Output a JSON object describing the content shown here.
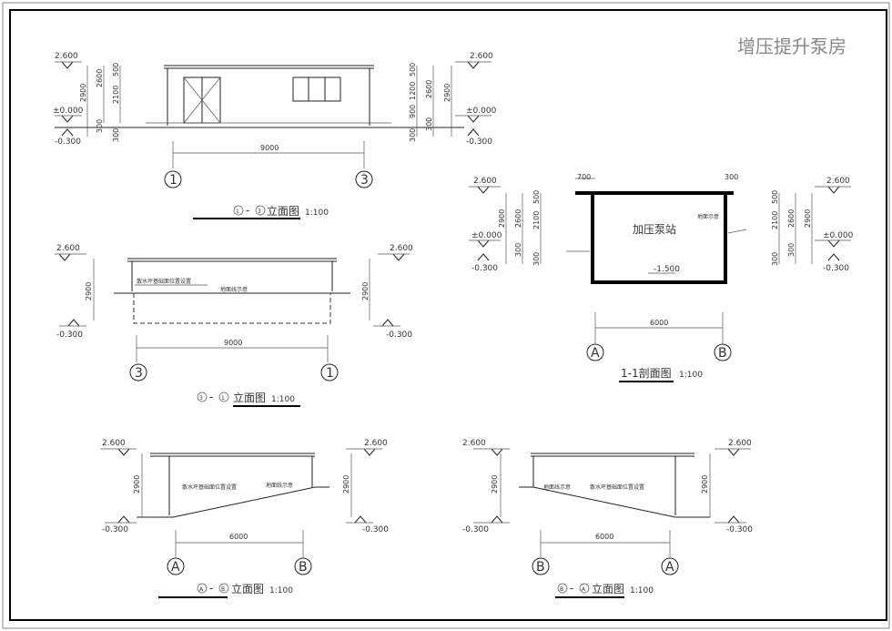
{
  "sheet_title": "增压提升泵房",
  "levels": {
    "top": "2.600",
    "floor": "±0.000",
    "ground": "-0.300",
    "pit": "-1.500"
  },
  "dims": {
    "d500": "500",
    "d2100": "2100",
    "d2600": "2600",
    "d2900": "2900",
    "d300": "300",
    "d1200": "1200",
    "d900": "900",
    "d9000": "9000",
    "d6000": "6000",
    "d700": "700",
    "d300b": "300"
  },
  "axes": {
    "a1": "1",
    "a3": "3",
    "aA": "A",
    "aB": "B"
  },
  "titles": {
    "e13": {
      "label": "立面图",
      "a": "1",
      "b": "3",
      "scale": "1:100"
    },
    "e31": {
      "label": "立面图",
      "a": "3",
      "b": "1",
      "scale": "1:100"
    },
    "eAB": {
      "label": "立面图",
      "a": "A",
      "b": "B",
      "scale": "1:100"
    },
    "eBA": {
      "label": "立面图",
      "a": "B",
      "b": "A",
      "scale": "1:100"
    },
    "sec": {
      "label": "1-1剖面图",
      "scale": "1:100"
    }
  },
  "notes": {
    "room": "加压泵站",
    "ground_line": "地面线示意",
    "ground_line2": "地面示意",
    "pump_pos": "散水坪基础面位置设置"
  }
}
